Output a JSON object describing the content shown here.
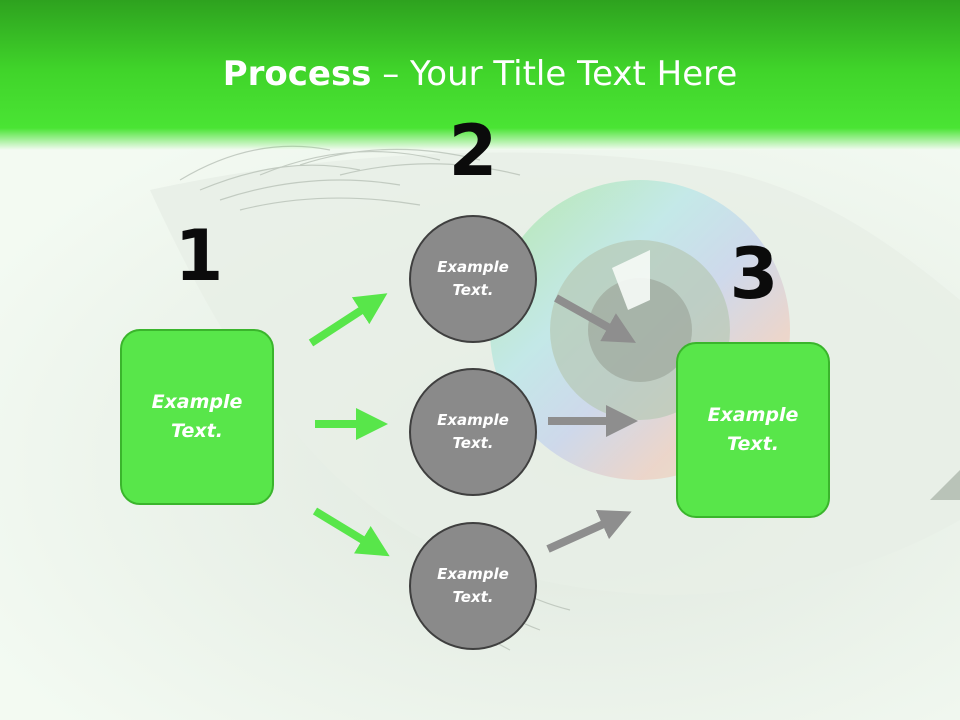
{
  "title": {
    "strong": "Process",
    "rest": " – Your Title Text Here"
  },
  "steps": {
    "one": "1",
    "two": "2",
    "three": "3"
  },
  "left_box": {
    "line1": "Example",
    "line2": "Text."
  },
  "right_box": {
    "line1": "Example",
    "line2": "Text."
  },
  "circles": [
    {
      "line1": "Example",
      "line2": "Text."
    },
    {
      "line1": "Example",
      "line2": "Text."
    },
    {
      "line1": "Example",
      "line2": "Text."
    }
  ],
  "colors": {
    "accent_green": "#58e64a",
    "header_green": "#40d42a",
    "circle_gray": "#8a8a8a",
    "arrow_gray": "#8e8e8e"
  },
  "background": "eye-photo"
}
